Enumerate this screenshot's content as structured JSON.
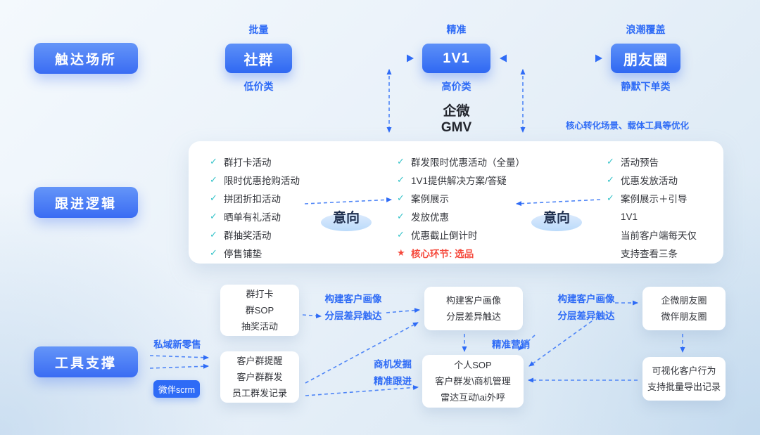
{
  "colors": {
    "accent": "#2e6bf6",
    "check": "#35c3c9",
    "alert": "#f5483b"
  },
  "icons": {
    "check": "✓",
    "star": "★"
  },
  "rows": [
    {
      "label": "触达场所"
    },
    {
      "label": "跟进逻辑"
    },
    {
      "label": "工具支撑"
    }
  ],
  "top": {
    "nodes": [
      {
        "above": "批量",
        "label": "社群",
        "below": "低价类"
      },
      {
        "above": "精准",
        "label": "1V1",
        "below": "高价类"
      },
      {
        "above": "浪潮覆盖",
        "label": "朋友圈",
        "below": "静默下单类"
      }
    ],
    "gmv_line1": "企微",
    "gmv_line2": "GMV",
    "right_note": "核心转化场景、载体工具等优化"
  },
  "followup": {
    "intent_left": "意向",
    "intent_right": "意向",
    "col1": [
      "群打卡活动",
      "限时优惠抢购活动",
      "拼团折扣活动",
      "晒单有礼活动",
      "群抽奖活动",
      "停售铺垫"
    ],
    "col2": [
      "群发限时优惠活动（全量）",
      "1V1提供解决方案/答疑",
      "案例展示",
      "发放优惠",
      "优惠截止倒计时"
    ],
    "col2_core": "核心环节: 选品",
    "col3_checked": [
      "活动预告",
      "优惠发放活动",
      "案例展示＋引导"
    ],
    "col3_plain": [
      "1V1",
      "当前客户端每天仅",
      "支持查看三条"
    ]
  },
  "tools": {
    "side_note": "私域新零售",
    "badge": "微伴scrm",
    "card_group_ops": [
      "群打卡",
      "群SOP",
      "抽奖活动"
    ],
    "card_group_msg": [
      "客户群提醒",
      "客户群群发",
      "员工群发记录"
    ],
    "note_profile_left": [
      "构建客户画像",
      "分层差异触达"
    ],
    "card_profile": [
      "构建客户画像",
      "分层差异触达"
    ],
    "note_biz": [
      "商机发掘",
      "精准跟进"
    ],
    "note_precise": "精准营销",
    "card_personal": [
      "个人SOP",
      "客户群发\\商机管理",
      "雷达互动\\ai外呼"
    ],
    "note_profile_right": [
      "构建客户画像",
      "分层差异触达"
    ],
    "card_moments": [
      "企微朋友圈",
      "微伴朋友圈"
    ],
    "card_visual": [
      "可视化客户行为",
      "支持批量导出记录"
    ]
  }
}
